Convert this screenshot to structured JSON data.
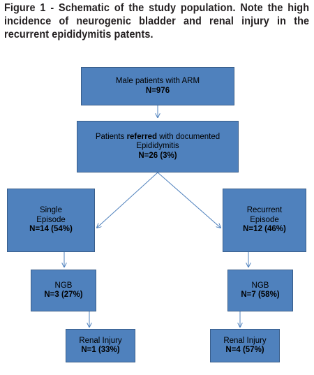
{
  "caption": "Figure 1 - Schematic of the study population. Note the high incidence of neurogenic bladder and renal injury in the recurrent epididymitis patents.",
  "boxes": {
    "root": {
      "label": "Male patients with ARM",
      "count": "N=976"
    },
    "referred": {
      "pre": "Patients ",
      "bold": "referred",
      "post": " with documented",
      "line2": "Epididymitis",
      "count": "N=26 (3%)"
    },
    "single": {
      "line1": "Single",
      "line2": "Episode",
      "count": "N=14 (54%)"
    },
    "recurrent": {
      "line1": "Recurrent",
      "line2": "Episode",
      "count": "N=12 (46%)"
    },
    "ngb_left": {
      "label": "NGB",
      "count": "N=3 (27%)"
    },
    "ngb_right": {
      "label": "NGB",
      "count": "N=7 (58%)"
    },
    "renal_left": {
      "label": "Renal Injury",
      "count": "N=1 (33%)"
    },
    "renal_right": {
      "label": "Renal Injury",
      "count": "N=4 (57%)"
    }
  },
  "colors": {
    "box_fill": "#4f81bd",
    "box_border": "#385d8a",
    "arrow": "#4f81bd"
  }
}
